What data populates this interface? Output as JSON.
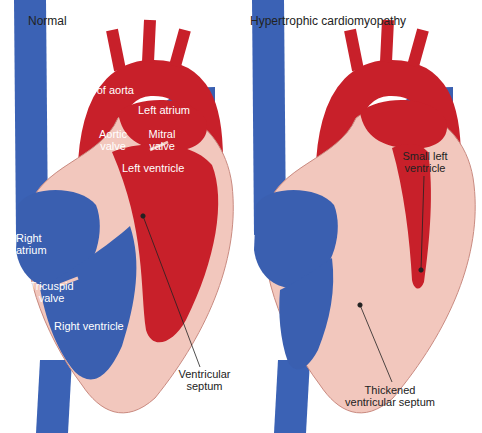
{
  "diagram": {
    "labels": [
      "Normal",
      "Hypertrophic cardiomyopathy",
      "Arch of aorta",
      "Left atrium",
      "Aortic valve",
      "Mitral valve",
      "Left ventricle",
      "Right atrium",
      "Tricuspid valve",
      "Right ventricle",
      "Ventricular septum",
      "Small left ventricle",
      "Thickened ventricular septum"
    ]
  }
}
